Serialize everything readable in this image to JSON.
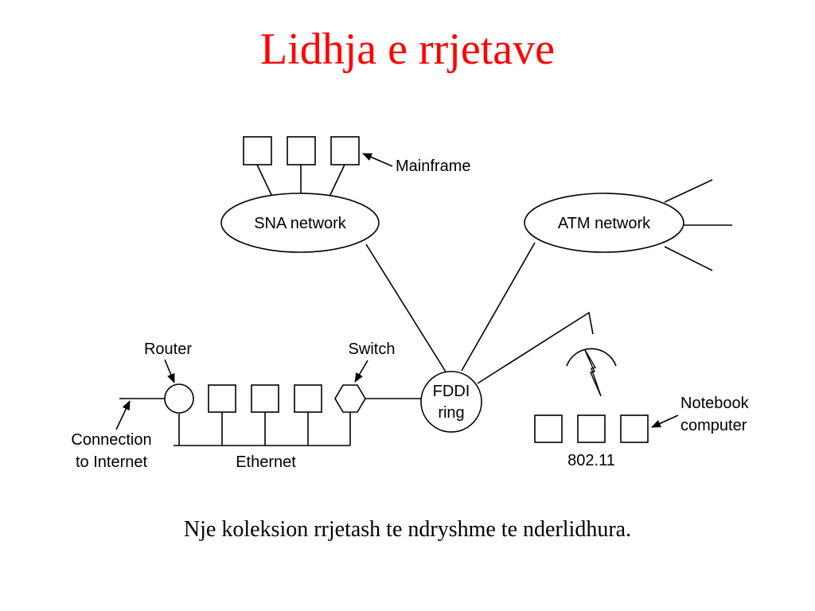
{
  "title": "Lidhja e rrjetave",
  "caption": "Nje koleksion rrjetash te ndryshme te nderlidhura.",
  "diagram": {
    "sna_network": "SNA network",
    "atm_network": "ATM network",
    "mainframe": "Mainframe",
    "router": "Router",
    "switch": "Switch",
    "fddi_line1": "FDDI",
    "fddi_line2": "ring",
    "notebook_line1": "Notebook",
    "notebook_line2": "computer",
    "connection_line1": "Connection",
    "connection_line2": "to Internet",
    "ethernet": "Ethernet",
    "wireless": "802.11"
  }
}
